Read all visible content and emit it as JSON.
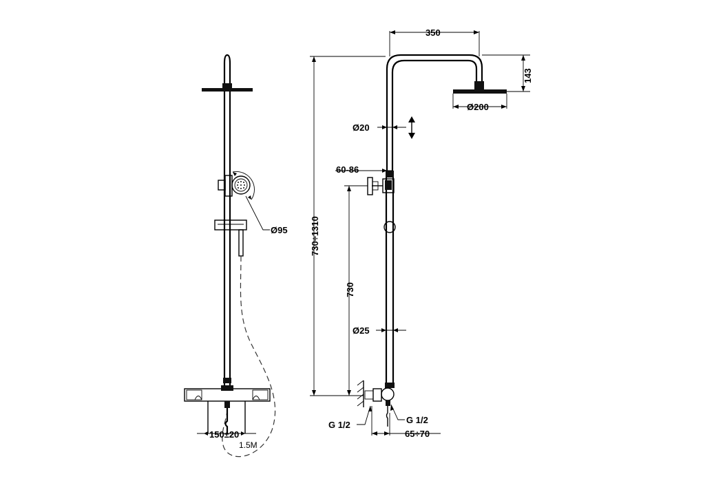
{
  "dimensions": {
    "head_offset": "350",
    "head_height": "143",
    "head_diameter": "Ø200",
    "upper_pipe_diameter": "Ø20",
    "holder_range": "60-86",
    "handshower_diameter": "Ø95",
    "total_height": "730÷1310",
    "lower_height": "730",
    "lower_pipe_diameter": "Ø25",
    "inlet_left": "G 1/2",
    "inlet_right": "G 1/2",
    "wall_distance": "65÷70",
    "inlet_spacing": "150±20",
    "hose_length": "1.5M"
  }
}
